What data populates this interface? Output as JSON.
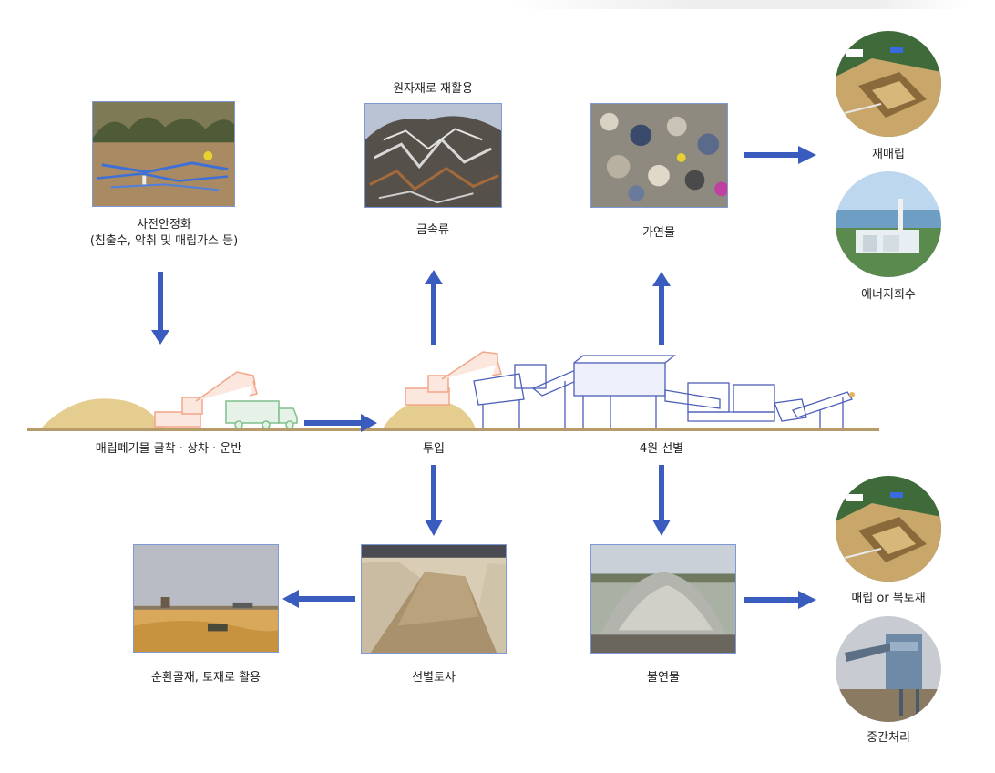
{
  "labels": {
    "stabilization": "사전안정화",
    "stabilization_detail": "(침출수, 악취 및 매립가스 등)",
    "raw_material": "원자재로 재활용",
    "metal": "금속류",
    "combustible": "가연물",
    "relandfill": "재매립",
    "energy": "에너지회수",
    "excavation": "매립폐기물 굴착 · 상차 · 운반",
    "input": "투입",
    "sorting": "4원 선별",
    "recycled": "순환골재, 토재로 활용",
    "soil": "선별토사",
    "noncombustible": "불연물",
    "landfill_cover": "매립 or 복토재",
    "intermediate": "중간처리"
  },
  "colors": {
    "arrow": "#3a5cbf",
    "photo_border": "#7f98d6",
    "sand": "#e5cc8f",
    "ground": "#b89b6a",
    "machine_orange": "#f2a68a",
    "machine_green": "#7fbf8a",
    "machine_blue": "#4d5fb8"
  }
}
